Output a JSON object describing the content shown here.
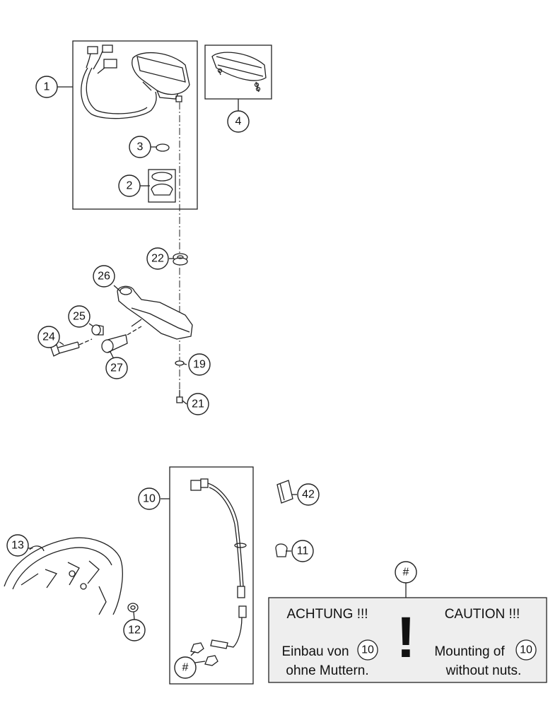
{
  "callouts": [
    {
      "id": "1",
      "label": "1"
    },
    {
      "id": "2",
      "label": "2"
    },
    {
      "id": "3",
      "label": "3"
    },
    {
      "id": "4",
      "label": "4"
    },
    {
      "id": "22",
      "label": "22"
    },
    {
      "id": "26",
      "label": "26"
    },
    {
      "id": "25",
      "label": "25"
    },
    {
      "id": "24",
      "label": "24"
    },
    {
      "id": "27",
      "label": "27"
    },
    {
      "id": "19",
      "label": "19"
    },
    {
      "id": "21",
      "label": "21"
    },
    {
      "id": "10",
      "label": "10"
    },
    {
      "id": "42",
      "label": "42"
    },
    {
      "id": "11",
      "label": "11"
    },
    {
      "id": "13",
      "label": "13"
    },
    {
      "id": "12",
      "label": "12"
    },
    {
      "id": "hash-bottom",
      "label": "#"
    },
    {
      "id": "hash-warning",
      "label": "#"
    }
  ],
  "warning": {
    "de_title": "ACHTUNG !!!",
    "de_line1": "Einbau von",
    "de_line2": "ohne Muttern.",
    "en_title": "CAUTION !!!",
    "en_line1": "Mounting of",
    "en_line2": "without nuts.",
    "part_ref": "10",
    "symbol": "!"
  },
  "colors": {
    "line": "#222222",
    "callout_fill": "#ffffff",
    "warning_bg": "#eeeeee"
  }
}
